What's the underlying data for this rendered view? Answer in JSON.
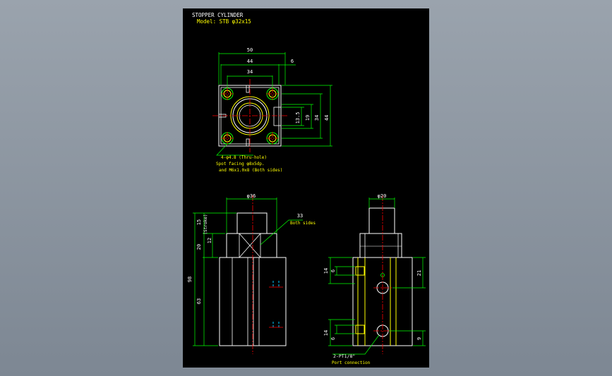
{
  "drawing": {
    "title": "STOPPER CYLINDER",
    "model": "Model: STB φ32x15",
    "colors": {
      "background": "#000000",
      "outline": "#ffffff",
      "dimension": "#00ff00",
      "centerline": "#ff0000",
      "hidden": "#00c8ff",
      "yellow": "#ffff00",
      "text_yellow": "#ffff00",
      "text_white": "#ffffff"
    }
  },
  "top_view": {
    "dims": {
      "width_total": "50",
      "width_mid": "44",
      "width_inner": "34",
      "offset": "6",
      "h_small": "13.5",
      "h_mid": "19",
      "h_inner": "34",
      "h_total": "44"
    },
    "notes": [
      "4-φ4.8 (Thru-hole)",
      "Spot facing φ8x5dp.",
      "and M6x1.0x8 (Both sides)"
    ]
  },
  "front_view": {
    "dims": {
      "diameter": "φ36",
      "across_flats": "33",
      "across_flats_note": "Both sides",
      "stroke": "15",
      "stroke_note": "(Stroke)",
      "rod_h": "20",
      "rod_inner": "12",
      "total": "98",
      "body": "63"
    }
  },
  "side_view": {
    "dims": {
      "diameter": "φ20",
      "top_14": "14",
      "top_6": "6",
      "right_21": "21",
      "bot_14": "14",
      "bot_6": "6",
      "right_9": "9"
    },
    "port_note": "2-PT1/8\"",
    "port_note2": "Port connection"
  }
}
